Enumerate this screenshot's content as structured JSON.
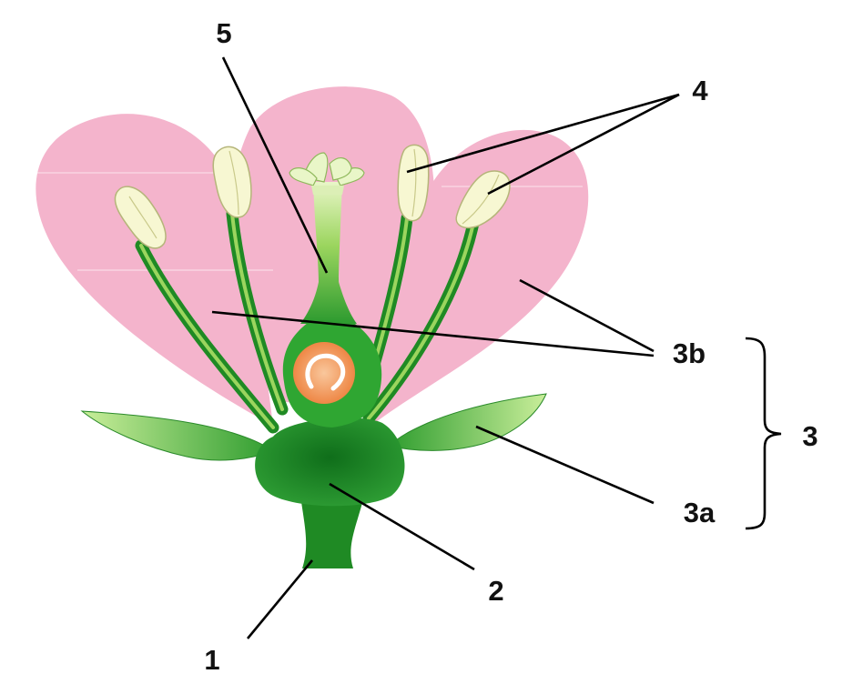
{
  "labels": {
    "l1": "1",
    "l2": "2",
    "l3": "3",
    "l3a": "3a",
    "l3b": "3b",
    "l4": "4",
    "l5": "5"
  },
  "colors": {
    "petal": "#f4b4cc",
    "green_dark": "#1f8a24",
    "green_mid": "#2fa632",
    "green_light": "#8ed24f",
    "anther": "#f7f7d2",
    "anther_edge": "#c9c98a",
    "ovule": "#f08c4a",
    "leader": "#000000"
  }
}
